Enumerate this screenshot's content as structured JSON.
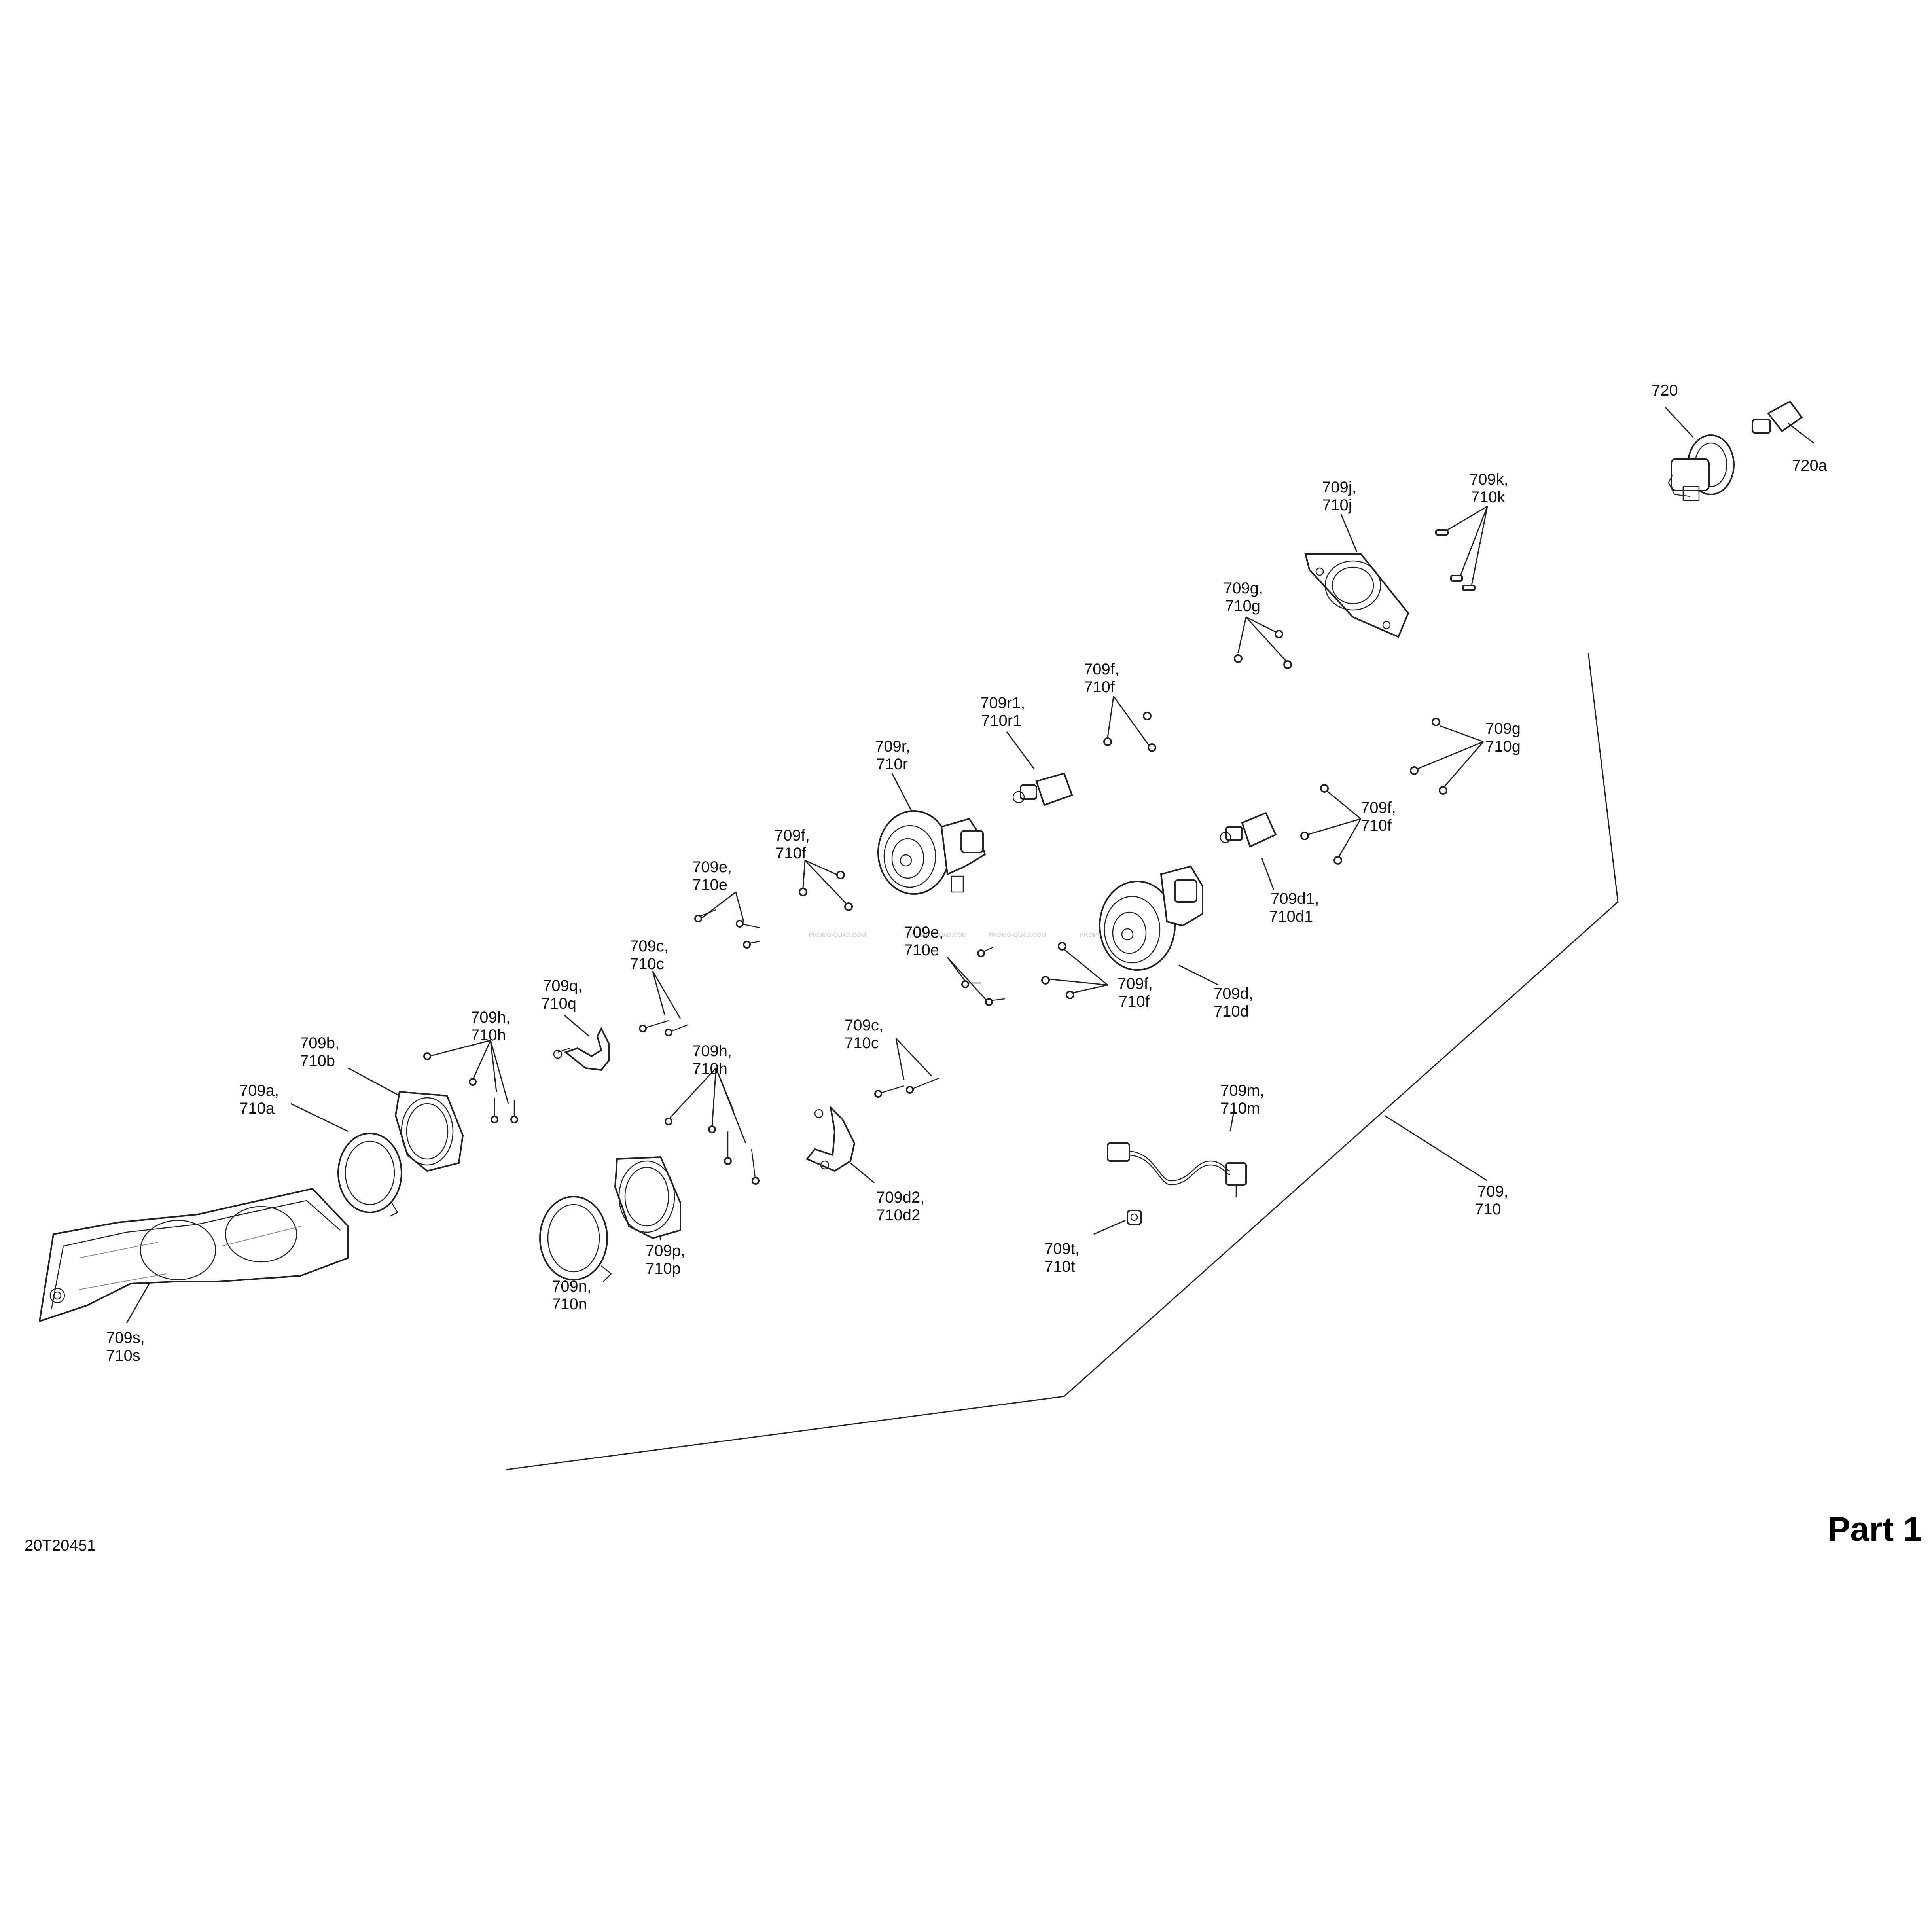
{
  "figure_id": "20T20451",
  "part_title": "Part 1",
  "watermark": "PROMO-QUAD.COM",
  "callouts": {
    "c720": "720",
    "c720a": "720a",
    "c709j": [
      "709j,",
      "710j"
    ],
    "c709k": [
      "709k,",
      "710k"
    ],
    "c709g_top": [
      "709g,",
      "710g"
    ],
    "c709f_top": [
      "709f,",
      "710f"
    ],
    "c709r1": [
      "709r1,",
      "710r1"
    ],
    "c709r": [
      "709r,",
      "710r"
    ],
    "c709g_right": [
      "709g",
      "710g"
    ],
    "c709f_right": [
      "709f,",
      "710f"
    ],
    "c709d1": [
      "709d1,",
      "710d1"
    ],
    "c709d": [
      "709d,",
      "710d"
    ],
    "c709f_mid": [
      "709f,",
      "710f"
    ],
    "c709e_upper": [
      "709e,",
      "710e"
    ],
    "c709e_lower": [
      "709e,",
      "710e"
    ],
    "c709f_lower": [
      "709f,",
      "710f"
    ],
    "c709c_upper": [
      "709c,",
      "710c"
    ],
    "c709c_lower": [
      "709c,",
      "710c"
    ],
    "c709q": [
      "709q,",
      "710q"
    ],
    "c709h_upper": [
      "709h,",
      "710h"
    ],
    "c709h_lower": [
      "709h,",
      "710h"
    ],
    "c709b": [
      "709b,",
      "710b"
    ],
    "c709a": [
      "709a,",
      "710a"
    ],
    "c709d2": [
      "709d2,",
      "710d2"
    ],
    "c709m": [
      "709m,",
      "710m"
    ],
    "c709main": [
      "709,",
      "710"
    ],
    "c709t": [
      "709t,",
      "710t"
    ],
    "c709n": [
      "709n,",
      "710n"
    ],
    "c709p": [
      "709p,",
      "710p"
    ],
    "c709s": [
      "709s,",
      "710s"
    ]
  }
}
